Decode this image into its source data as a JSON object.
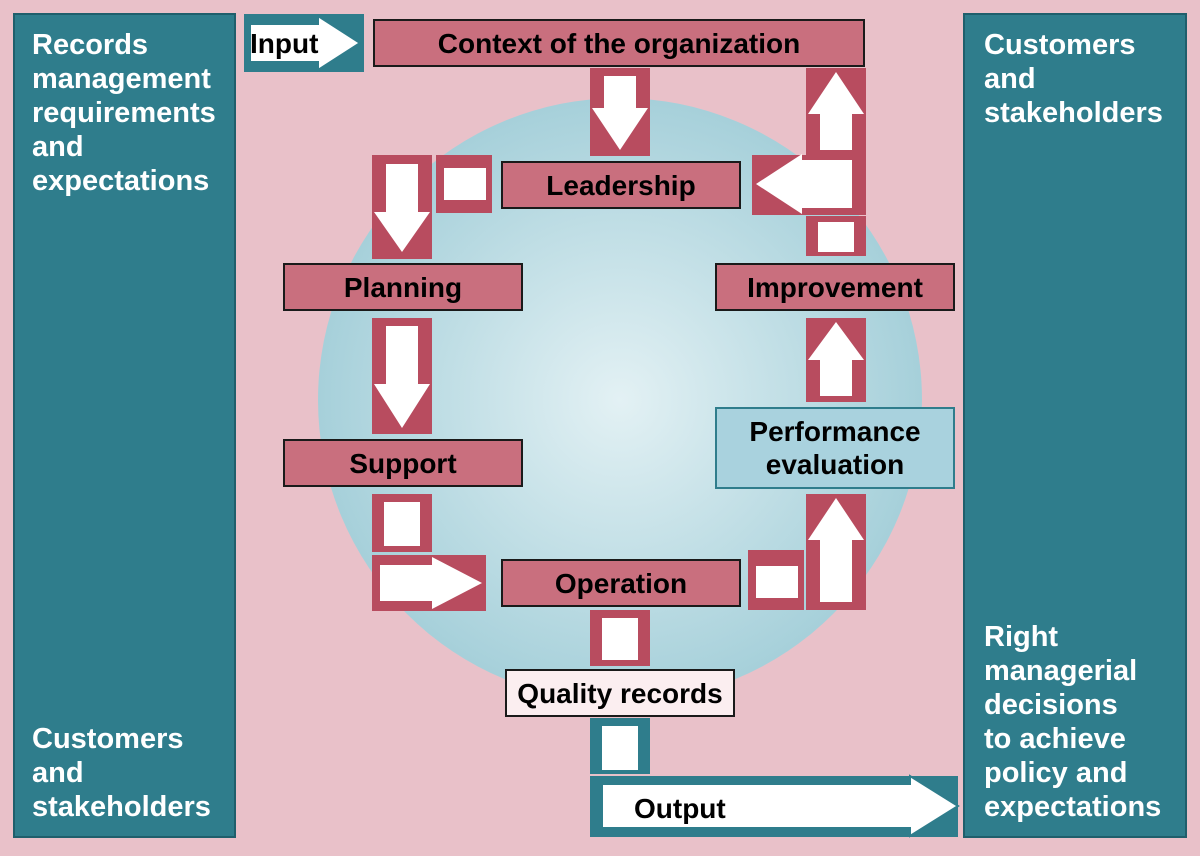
{
  "colors": {
    "background": "#e9c1c9",
    "panel": "#2f7d8c",
    "box_fill": "#c96f7e",
    "arrow_bg": "#b84c5f",
    "circle": "#a6d0da",
    "highlight_box": "#a9d2de",
    "white_box": "#fbeef0"
  },
  "left_panel": {
    "top_text": "Records\nmanagement\nrequirements\nand\nexpectations",
    "bottom_text": "Customers\nand\nstakeholders"
  },
  "right_panel": {
    "top_text": "Customers\nand\nstakeholders",
    "bottom_text": "Right\nmanagerial\ndecisions\nto achieve\npolicy and\nexpectations"
  },
  "input_label": "Input",
  "output_label": "Output",
  "steps": {
    "context": "Context of the organization",
    "leadership": "Leadership",
    "planning": "Planning",
    "support": "Support",
    "operation": "Operation",
    "performance": "Performance\nevaluation",
    "improvement": "Improvement",
    "quality": "Quality records"
  },
  "icons": [
    "arrow-down-icon",
    "arrow-up-icon",
    "arrow-left-icon",
    "arrow-right-icon"
  ]
}
